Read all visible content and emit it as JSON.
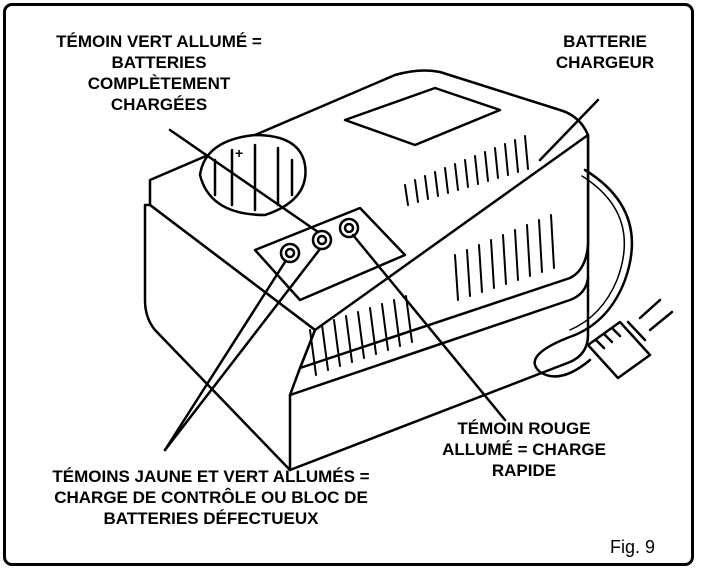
{
  "labels": {
    "green": "TÉMOIN VERT ALLUMÉ =\nBATTERIES\nCOMPLÈTEMENT\nCHARGÉES",
    "battery": "BATTERIE\nCHARGEUR",
    "red": "TÉMOIN ROUGE\nALLUMÉ = CHARGE\nRAPIDE",
    "yellow": "TÉMOINS JAUNE ET VERT ALLUMÉS =\nCHARGE DE CONTRÔLE OU BLOC DE\nBATTERIES DÉFECTUEUX"
  },
  "figure_label": "Fig. 9",
  "polarity_mark": "+",
  "indicators": [
    "yellow-indicator",
    "green-indicator",
    "red-indicator"
  ]
}
